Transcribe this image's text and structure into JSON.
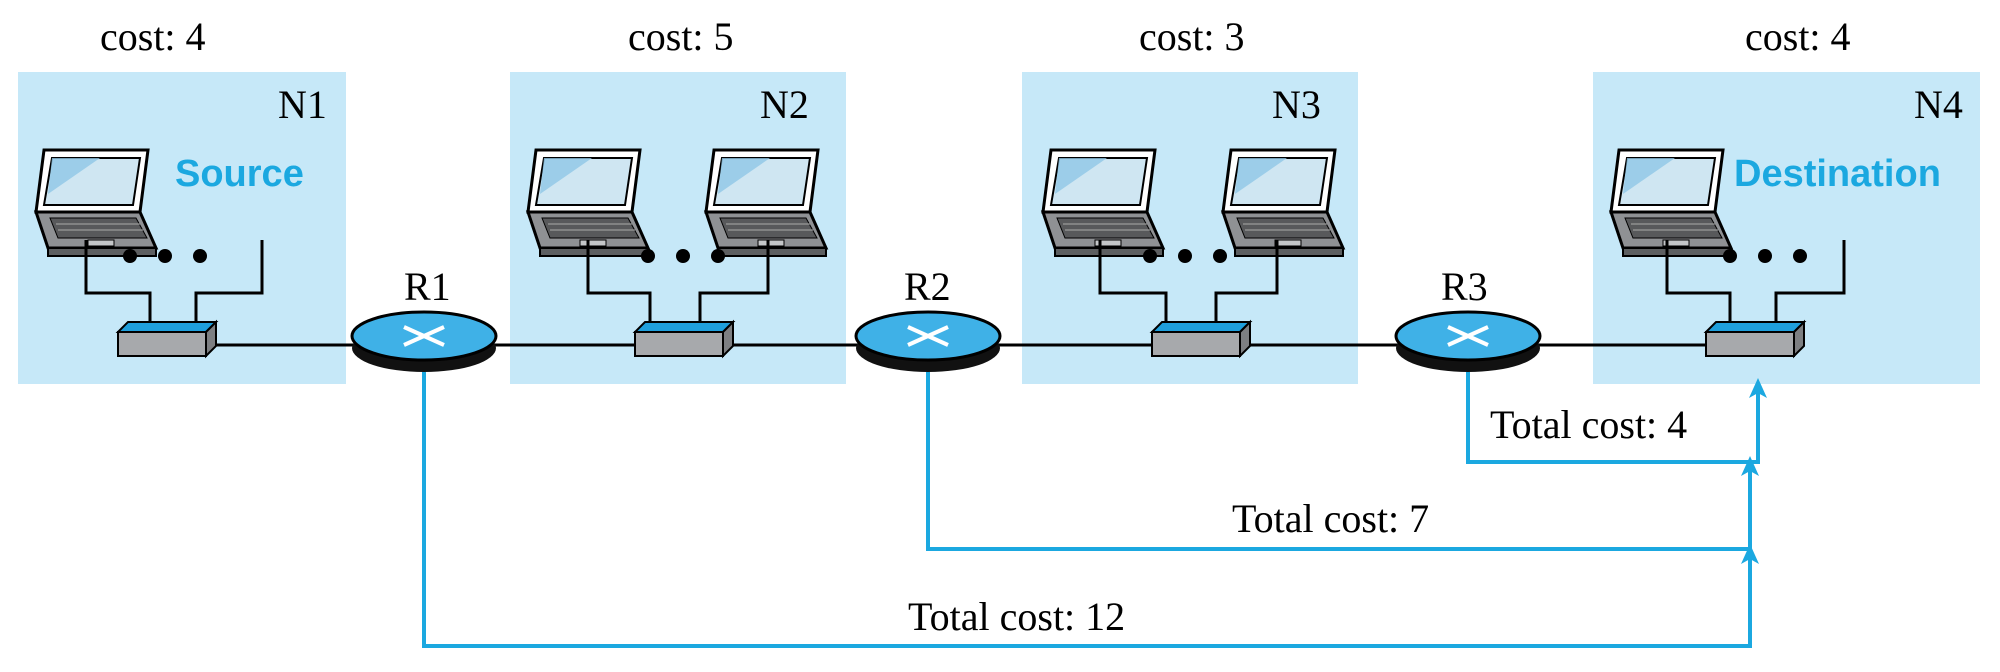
{
  "colors": {
    "network_fill": "#c6e8f8",
    "accent": "#1ba8e0",
    "router_top": "#3fb1e7",
    "router_base": "#111111",
    "switch_body": "#a7a9ac",
    "switch_top": "#1f9fdc",
    "line": "#000000"
  },
  "networks": [
    {
      "id": "N1",
      "label": "N1",
      "cost_label": "cost: 4",
      "role_label": "Source",
      "hosts": 1
    },
    {
      "id": "N2",
      "label": "N2",
      "cost_label": "cost: 5",
      "role_label": "",
      "hosts": 2
    },
    {
      "id": "N3",
      "label": "N3",
      "cost_label": "cost: 3",
      "role_label": "",
      "hosts": 2
    },
    {
      "id": "N4",
      "label": "N4",
      "cost_label": "cost: 4",
      "role_label": "Destination",
      "hosts": 1
    }
  ],
  "routers": [
    {
      "id": "R1",
      "label": "R1"
    },
    {
      "id": "R2",
      "label": "R2"
    },
    {
      "id": "R3",
      "label": "R3"
    }
  ],
  "paths": [
    {
      "from": "R3",
      "label": "Total cost: 4"
    },
    {
      "from": "R2",
      "label": "Total cost: 7"
    },
    {
      "from": "R1",
      "label": "Total cost: 12"
    }
  ],
  "icons": {
    "host": "laptop-icon",
    "switch": "switch-icon",
    "router": "router-icon",
    "ellipsis": "ellipsis-icon"
  }
}
